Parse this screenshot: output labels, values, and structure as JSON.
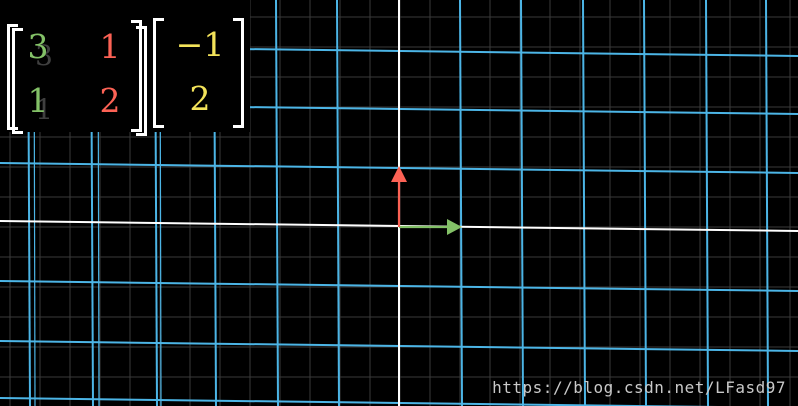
{
  "colors": {
    "background": "#000000",
    "grid_blue": "#4cb5e6",
    "grid_faint": "#3a3a3a",
    "axis_white": "#ffffff",
    "i_hat_green": "#83c167",
    "j_hat_red": "#fc6255",
    "vector_yellow": "#ffff00",
    "bracket_white": "#ffffff"
  },
  "matrix": {
    "m11": "3",
    "m12": "1",
    "m21": "1",
    "m22": "2",
    "m11_color": "#83c167",
    "m12_color": "#fc6255",
    "m21_color": "#83c167",
    "m22_color": "#fc6255"
  },
  "vector": {
    "v1": "−1",
    "v2": "2",
    "color": "#f3e35a"
  },
  "ghost_entries": {
    "g1": "3",
    "g2": "1"
  },
  "basis_vectors": [
    {
      "name": "i-hat",
      "color": "#83c167"
    },
    {
      "name": "j-hat",
      "color": "#fc6255"
    }
  ],
  "watermark": "https://blog.csdn.net/LFasd97"
}
